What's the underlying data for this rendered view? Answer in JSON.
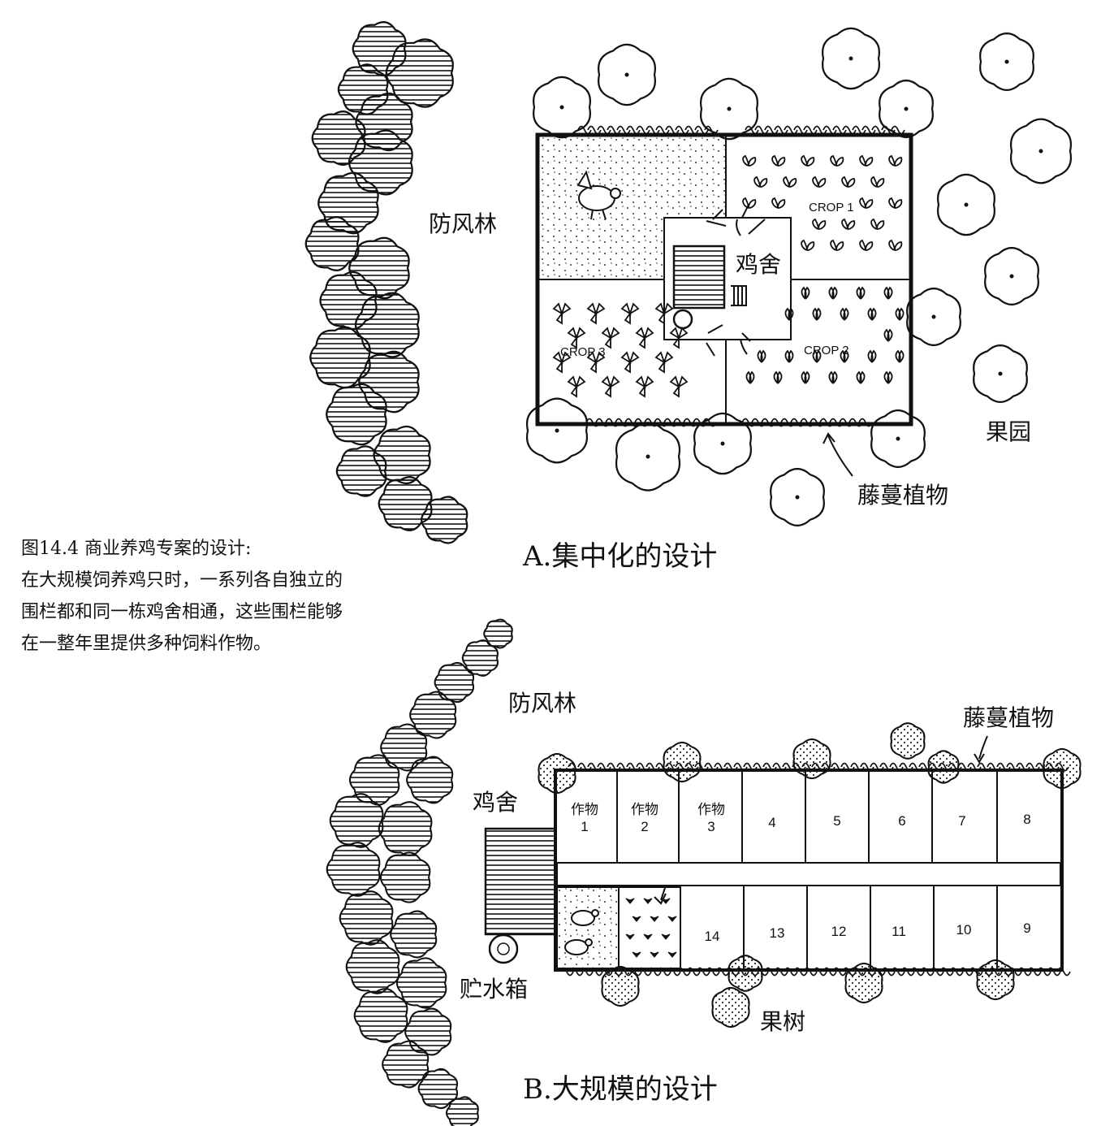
{
  "caption": {
    "lines": [
      "图14.4 商业养鸡专案的设计:",
      "在大规模饲养鸡只时，一系列各自独立的",
      "围栏都和同一栋鸡舍相通，这些围栏能够",
      "在一整年里提供多种饲料作物。"
    ]
  },
  "design_a": {
    "title": "A.集中化的设计",
    "windbreak_label": "防风林",
    "orchard_label": "果园",
    "vine_label": "藤蔓植物",
    "coop_label": "鸡舍",
    "crop1_label": "CROP 1",
    "crop2_label": "CROP 2",
    "crop3_label": "CROP 3"
  },
  "design_b": {
    "title": "B.大规模的设计",
    "windbreak_label": "防风林",
    "vine_label": "藤蔓植物",
    "coop_label": "鸡舍",
    "water_tank_label": "贮水箱",
    "fruit_tree_label": "果树",
    "crop_word": "作物",
    "plots_top": [
      "1",
      "2",
      "3",
      "4",
      "5",
      "6",
      "7",
      "8"
    ],
    "plots_bottom": [
      "14",
      "13",
      "12",
      "11",
      "10",
      "9"
    ]
  }
}
